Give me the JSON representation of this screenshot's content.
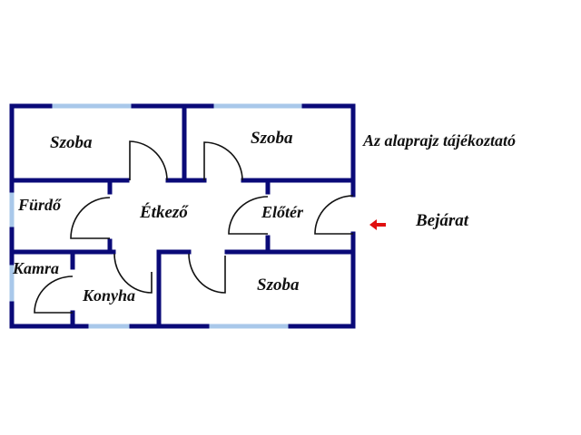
{
  "title": "Az alaprajz tájékoztató",
  "entrance_label": "Bejárat",
  "rooms": {
    "room_top_left": "Szoba",
    "room_top_right": "Szoba",
    "bathroom": "Fürdő",
    "dining": "Étkező",
    "hall": "Előtér",
    "pantry": "Kamra",
    "kitchen": "Konyha",
    "room_bottom": "Szoba"
  },
  "colors": {
    "wall": "#0a0a78",
    "window": "#a9c8ea",
    "arrow": "#e01010"
  }
}
